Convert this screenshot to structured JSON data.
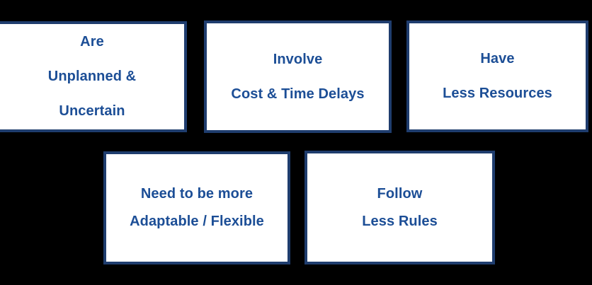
{
  "diagram": {
    "background_color": "#000000",
    "box_fill_color": "#ffffff",
    "box_border_color": "#1f3d6e",
    "text_color": "#1c4e96",
    "rows": [
      {
        "row_name": "top-row",
        "boxes": [
          {
            "id": "unplanned-uncertain",
            "lines": [
              "Are",
              "Unplanned &",
              "Uncertain"
            ]
          },
          {
            "id": "cost-time-delays",
            "lines": [
              "Involve",
              "Cost & Time Delays"
            ]
          },
          {
            "id": "less-resources",
            "lines": [
              "Have",
              "Less Resources"
            ]
          }
        ]
      },
      {
        "row_name": "bottom-row",
        "boxes": [
          {
            "id": "adaptable-flexible",
            "lines": [
              "Need to be more",
              "Adaptable / Flexible"
            ]
          },
          {
            "id": "less-rules",
            "lines": [
              "Follow",
              "Less Rules"
            ]
          }
        ]
      }
    ]
  }
}
